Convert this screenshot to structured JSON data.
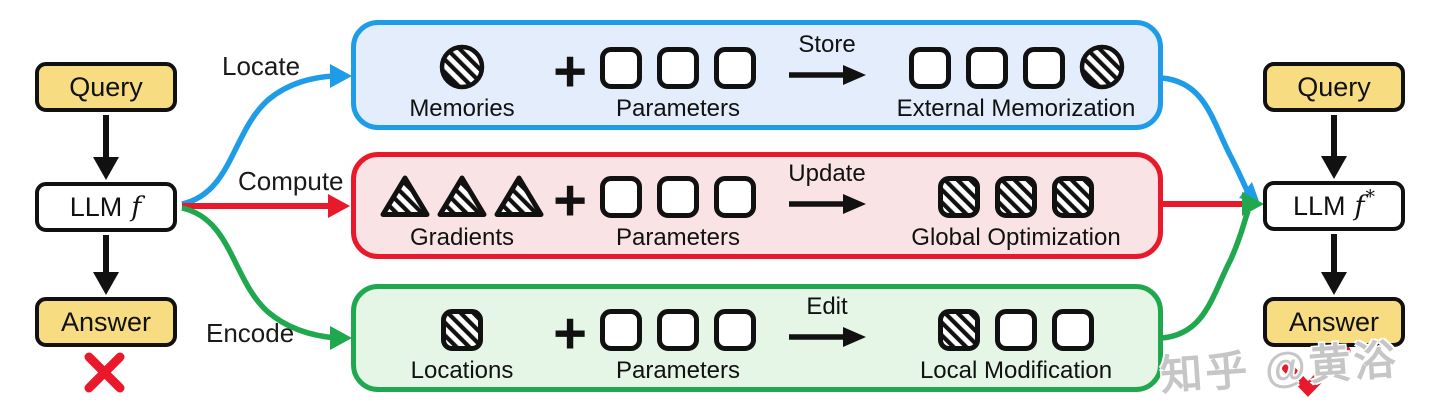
{
  "palette": {
    "yellow_fill": "#F7DC81",
    "blue_border": "#1E9CE8",
    "blue_fill": "#E4EDFB",
    "red_border": "#E9182B",
    "red_fill": "#FAE3E4",
    "green_border": "#1FA84D",
    "green_fill": "#E5F5E6",
    "watermark_color": "#C6C6C6"
  },
  "left_flow": {
    "query": "Query",
    "llm_prefix": "LLM",
    "llm_var": "f",
    "llm_sup": "",
    "answer": "Answer",
    "result_icon": "red-cross"
  },
  "right_flow": {
    "query": "Query",
    "llm_prefix": "LLM",
    "llm_var": "f",
    "llm_sup": "*",
    "answer": "Answer",
    "result_icon": "red-check"
  },
  "branch_labels": {
    "top": "Locate",
    "middle": "Compute",
    "bottom": "Encode"
  },
  "bands": [
    {
      "id": "external-memorization",
      "input_icons": [
        "circle-hatched"
      ],
      "input_label": "Memories",
      "plus": "+",
      "param_icons": [
        "square",
        "square",
        "square"
      ],
      "param_label": "Parameters",
      "action_label": "Store",
      "output_icons": [
        "square",
        "square",
        "square",
        "circle-hatched"
      ],
      "output_label": "External Memorization"
    },
    {
      "id": "global-optimization",
      "input_icons": [
        "triangle-hatched",
        "triangle-hatched",
        "triangle-hatched"
      ],
      "input_label": "Gradients",
      "plus": "+",
      "param_icons": [
        "square",
        "square",
        "square"
      ],
      "param_label": "Parameters",
      "action_label": "Update",
      "output_icons": [
        "square-hatched",
        "square-hatched",
        "square-hatched"
      ],
      "output_label": "Global Optimization"
    },
    {
      "id": "local-modification",
      "input_icons": [
        "square-hatched"
      ],
      "input_label": "Locations",
      "plus": "+",
      "param_icons": [
        "square",
        "square",
        "square"
      ],
      "param_label": "Parameters",
      "action_label": "Edit",
      "output_icons": [
        "square-hatched",
        "square",
        "square"
      ],
      "output_label": "Local Modification"
    }
  ],
  "watermark": "知乎 @黄浴"
}
